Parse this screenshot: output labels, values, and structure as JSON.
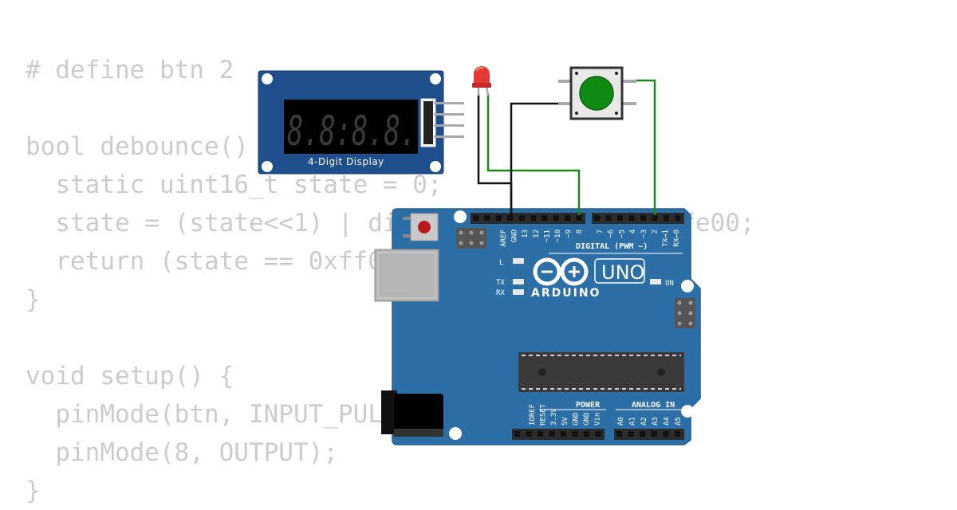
{
  "code_lines": [
    "# define btn 2",
    "",
    "bool debounce() {",
    "  static uint16_t state = 0;",
    "  state = (state<<1) | digitalRead(btn) | 0xfe00;",
    "  return (state == 0xff00);",
    "}",
    "",
    "void setup() {",
    "  pinMode(btn, INPUT_PULLUP);",
    "  pinMode(8, OUTPUT);",
    "}"
  ],
  "display": {
    "digits": "8.8:8.8.",
    "label": "4-Digit Display",
    "board_color": "#1f4e8c",
    "segment_color": "#3a3a3a"
  },
  "led": {
    "color": "#e53935"
  },
  "button": {
    "cap_color": "#0f8a12"
  },
  "arduino": {
    "board_color": "#2c6ea6",
    "logo_text": "ARDUINO",
    "model": "UNO",
    "on_label": "ON",
    "led_l": "L",
    "led_tx": "TX",
    "led_rx": "RX",
    "digital_label": "DIGITAL (PWM ~)",
    "power_label": "POWER",
    "analog_label": "ANALOG IN",
    "top_pins_left": [
      "AREF",
      "GND",
      "13",
      "12",
      "~11",
      "~10",
      "~9",
      "8"
    ],
    "top_pins_right": [
      "7",
      "~6",
      "~5",
      "4",
      "~3",
      "2",
      "TX→1",
      "RX←0"
    ],
    "power_pins": [
      "IOREF",
      "RESET",
      "3.3V",
      "5V",
      "GND",
      "GND",
      "Vin"
    ],
    "analog_pins": [
      "A0",
      "A1",
      "A2",
      "A3",
      "A4",
      "A5"
    ]
  },
  "wires": {
    "gnd_color": "#111111",
    "signal_color": "#1a8a1a"
  }
}
